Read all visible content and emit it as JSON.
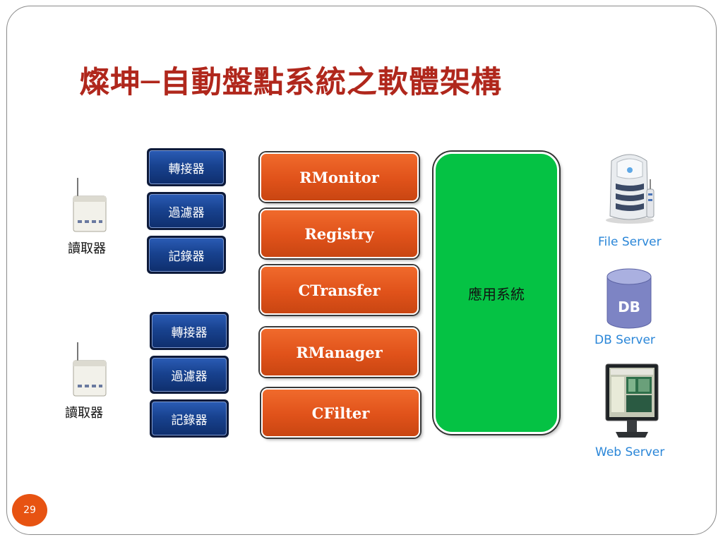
{
  "title": "燦坤─自動盤點系統之軟體架構",
  "readers": [
    {
      "label": "讀取器",
      "icon": "rfid-reader-icon",
      "modules": [
        "轉接器",
        "過濾器",
        "記錄器"
      ]
    },
    {
      "label": "讀取器",
      "icon": "rfid-reader-icon",
      "modules": [
        "轉接器",
        "過濾器",
        "記錄器"
      ]
    }
  ],
  "components": [
    "RMonitor",
    "Registry",
    "CTransfer",
    "RManager",
    "CFilter"
  ],
  "application": "應用系統",
  "servers": [
    {
      "label": "File Server",
      "icon": "file-server-icon"
    },
    {
      "label": "DB Server",
      "icon": "database-icon",
      "badge": "DB"
    },
    {
      "label": "Web Server",
      "icon": "monitor-icon"
    }
  ],
  "page_number": "29",
  "colors": {
    "title": "#b0271c",
    "module_blue": "#18428f",
    "component_orange": "#e0521a",
    "application_green": "#05c244",
    "server_label": "#2a86d8",
    "page_badge": "#e75312"
  }
}
